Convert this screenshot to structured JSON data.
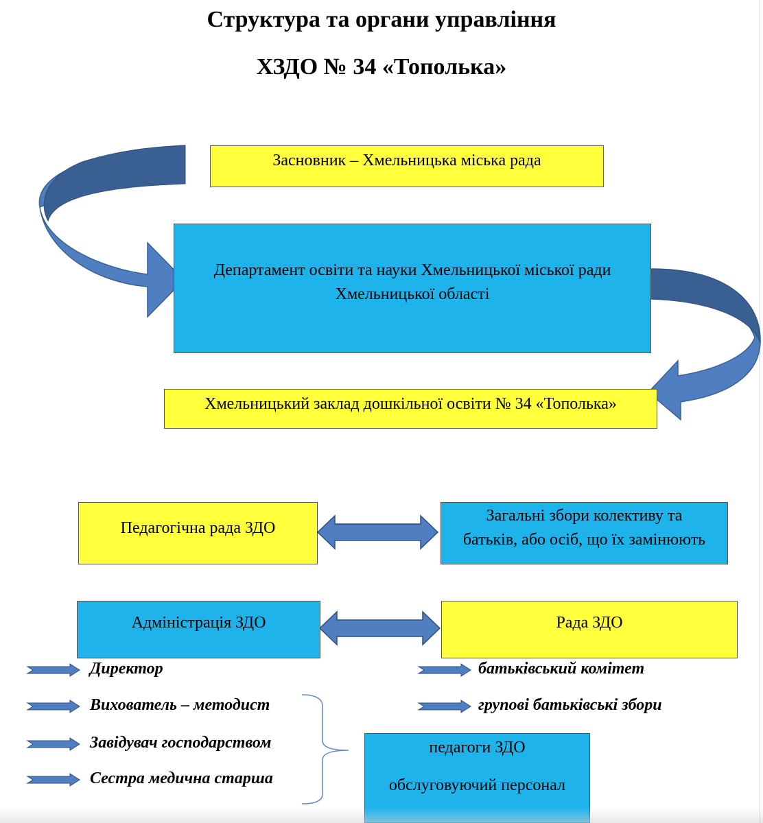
{
  "title": {
    "line1": "Структура та органи управління",
    "line2": "ХЗДО № 34 «Тополька»"
  },
  "boxes": {
    "founder": "Засновник – Хмельницька міська рада",
    "department_line1": "Департамент освіти та науки Хмельницької міської ради",
    "department_line2": "Хмельницької області",
    "institution": "Хмельницький заклад дошкільної освіти № 34 «Тополька»",
    "ped_council": "Педагогічна рада ЗДО",
    "general_meeting_line1": "Загальні збори колективу та",
    "general_meeting_line2": "батьків, або осіб, що їх замінюють",
    "administration": "Адміністрація ЗДО",
    "council": "Рада ЗДО",
    "staff_line1": "педагоги ЗДО",
    "staff_line2": "обслуговуючий персонал"
  },
  "admin_items": [
    "Директор",
    "Вихователь – методист",
    "Завідувач господарством",
    "Сестра медична старша"
  ],
  "council_items": [
    "батьківський комітет",
    "групові батьківські збори"
  ],
  "colors": {
    "yellow": "#ffff3c",
    "blue": "#1fb3ec",
    "arrow_blue": "#4f7fc0",
    "arrow_dark": "#3a5f92"
  }
}
